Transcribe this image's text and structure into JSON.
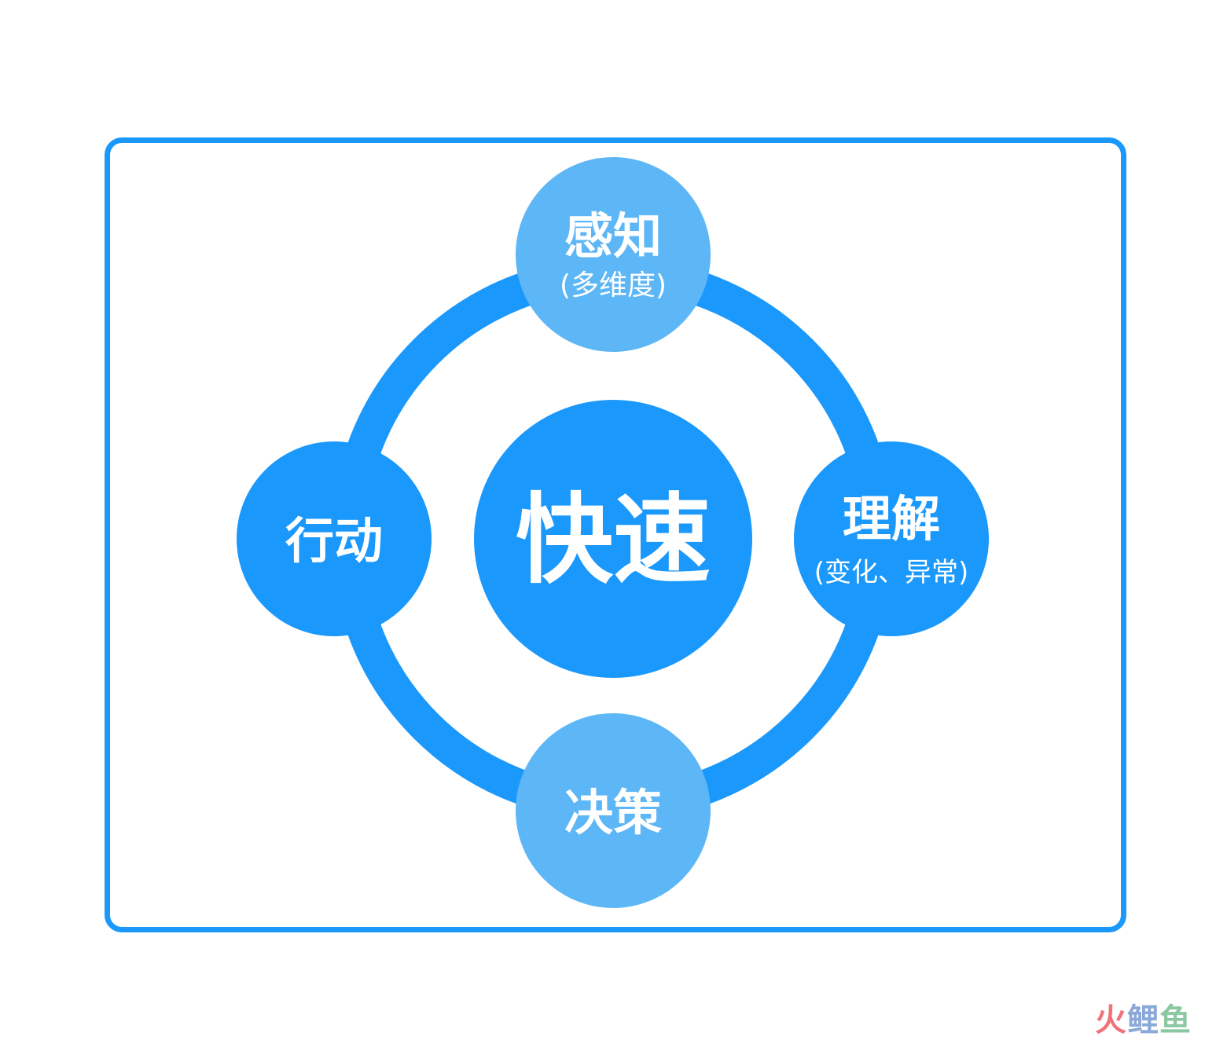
{
  "colors": {
    "ring": "#1a98fc",
    "node_dark": "#1a98fc",
    "node_light": "#5db6f5",
    "frame": "#1a98fc",
    "text": "#ffffff",
    "watermark_1": "#f1727a",
    "watermark_2": "#8aa8d8",
    "watermark_3": "#8cc7a2"
  },
  "center": {
    "label": "快速"
  },
  "nodes": {
    "top": {
      "label": "感知",
      "sub": "(多维度)"
    },
    "right": {
      "label": "理解",
      "sub": "(变化、异常)"
    },
    "bottom": {
      "label": "决策"
    },
    "left": {
      "label": "行动"
    }
  },
  "watermark": {
    "char_1": "火",
    "char_2": "鲤",
    "char_3": "鱼"
  }
}
